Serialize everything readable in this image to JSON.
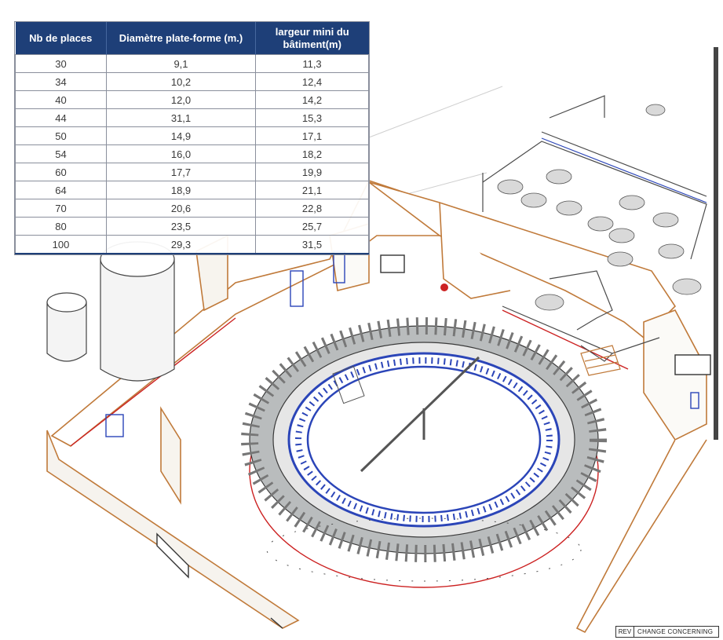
{
  "table": {
    "headers": [
      "Nb de places",
      "Diamètre plate-forme (m.)",
      "largeur mini du bâtiment(m)"
    ],
    "rows": [
      [
        "30",
        "9,1",
        "11,3"
      ],
      [
        "34",
        "10,2",
        "12,4"
      ],
      [
        "40",
        "12,0",
        "14,2"
      ],
      [
        "44",
        "31,1",
        "15,3"
      ],
      [
        "50",
        "14,9",
        "17,1"
      ],
      [
        "54",
        "16,0",
        "18,2"
      ],
      [
        "60",
        "17,7",
        "19,9"
      ],
      [
        "64",
        "18,9",
        "21,1"
      ],
      [
        "70",
        "20,6",
        "22,8"
      ],
      [
        "80",
        "23,5",
        "25,7"
      ],
      [
        "100",
        "29,3",
        "31,5"
      ]
    ]
  },
  "title_block": {
    "rev_label": "REV",
    "change_label": "CHANGE CONCERNING"
  },
  "colors": {
    "table_header": "#1e3f78",
    "platform_frame": "#2b45b8",
    "wall_outline": "#c07a3a",
    "safety_line": "#cc2222",
    "drawing_lines": "#333333"
  }
}
